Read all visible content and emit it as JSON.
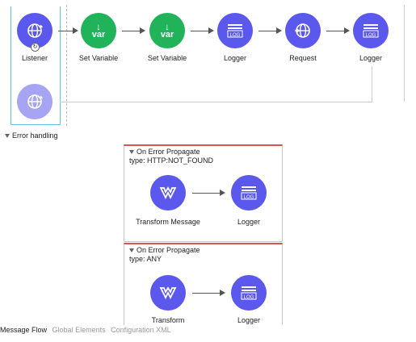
{
  "flow": {
    "nodes": [
      {
        "label": "Listener",
        "icon": "globe-icon",
        "color": "#5b58ee"
      },
      {
        "label": "Set Variable",
        "icon": "var-icon",
        "text": "var",
        "color": "#20b35a"
      },
      {
        "label": "Set Variable",
        "icon": "var-icon",
        "text": "var",
        "color": "#20b35a"
      },
      {
        "label": "Logger",
        "icon": "log-icon",
        "text": "LOG",
        "color": "#5b58ee"
      },
      {
        "label": "Request",
        "icon": "globe-icon",
        "color": "#5b58ee"
      },
      {
        "label": "Logger",
        "icon": "log-icon",
        "text": "LOG",
        "color": "#5b58ee"
      }
    ],
    "source_response_icon": "globe-icon"
  },
  "error_handling": {
    "label": "Error handling",
    "handlers": [
      {
        "title": "On Error Propagate",
        "type": "type: HTTP:NOT_FOUND",
        "nodes": [
          {
            "label": "Transform Message",
            "icon": "transform-icon"
          },
          {
            "label": "Logger",
            "icon": "log-icon",
            "text": "LOG"
          }
        ]
      },
      {
        "title": "On Error Propagate",
        "type": "type: ANY",
        "nodes": [
          {
            "label": "Transform",
            "icon": "transform-icon"
          },
          {
            "label": "Logger",
            "icon": "log-icon",
            "text": "LOG"
          }
        ]
      }
    ]
  },
  "tabs": [
    {
      "label": "Message Flow",
      "active": true
    },
    {
      "label": "Global Elements",
      "active": false
    },
    {
      "label": "Configuration XML",
      "active": false
    }
  ]
}
